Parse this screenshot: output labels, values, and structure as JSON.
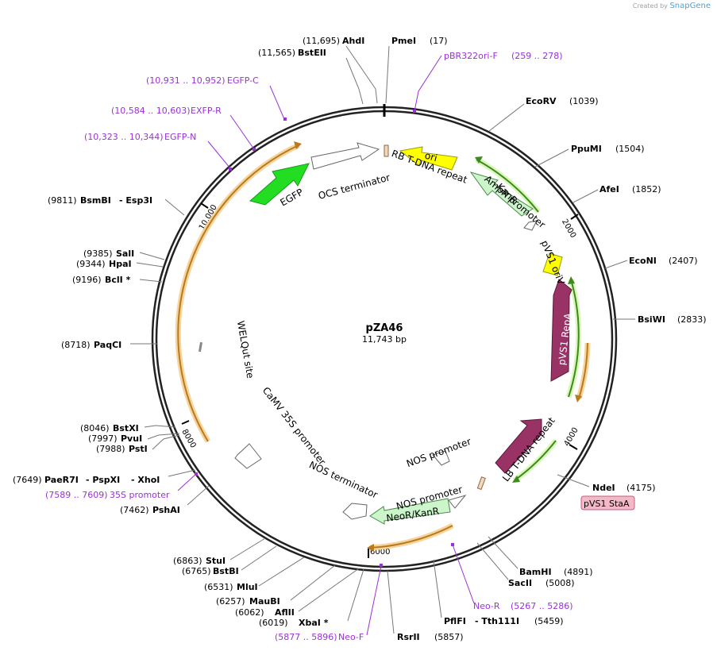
{
  "credit": {
    "prefix": "Created by",
    "brand": "SnapGene"
  },
  "plasmid": {
    "name": "pZA46",
    "size": "11,743 bp"
  },
  "ticks": [
    "2000",
    "4000",
    "6000",
    "8000",
    "10,000"
  ],
  "sites": {
    "ahdi": {
      "num": "(11,695)",
      "name": "AhdI"
    },
    "pmei": {
      "num": "(17)",
      "name": "PmeI"
    },
    "bsteii": {
      "num": "(11,565)",
      "name": "BstEII"
    },
    "ecorv": {
      "num": "(1039)",
      "name": "EcoRV"
    },
    "ppumi": {
      "num": "(1504)",
      "name": "PpuMI"
    },
    "afei": {
      "num": "(1852)",
      "name": "AfeI"
    },
    "econi": {
      "num": "(2407)",
      "name": "EcoNI"
    },
    "bsiwi": {
      "num": "(2833)",
      "name": "BsiWI"
    },
    "ndei": {
      "num": "(4175)",
      "name": "NdeI"
    },
    "bamhi": {
      "num": "(4891)",
      "name": "BamHI"
    },
    "sacii": {
      "num": "(5008)",
      "name": "SacII"
    },
    "pflfi": {
      "num": "(5459)",
      "name": "PflFI",
      "name2": "- Tth111I"
    },
    "rsrii": {
      "num": "(5857)",
      "name": "RsrII"
    },
    "xbai": {
      "num": "(6019)",
      "name": "XbaI *"
    },
    "aflii": {
      "num": "(6062)",
      "name": "AflII"
    },
    "maubi": {
      "num": "(6257)",
      "name": "MauBI"
    },
    "mlui": {
      "num": "(6531)",
      "name": "MluI"
    },
    "bstbi": {
      "num": "(6765)",
      "name": "BstBI"
    },
    "stui": {
      "num": "(6863)",
      "name": "StuI"
    },
    "pshai": {
      "num": "(7462)",
      "name": "PshAI"
    },
    "paer7i": {
      "num": "(7649)",
      "name": "PaeR7I",
      "name2": "- PspXI",
      "name3": "- XhoI"
    },
    "psti": {
      "num": "(7988)",
      "name": "PstI"
    },
    "pvui": {
      "num": "(7997)",
      "name": "PvuI"
    },
    "bstxi": {
      "num": "(8046)",
      "name": "BstXI"
    },
    "paqci": {
      "num": "(8718)",
      "name": "PaqCI"
    },
    "bcli": {
      "num": "(9196)",
      "name": "BclI *"
    },
    "hpai": {
      "num": "(9344)",
      "name": "HpaI"
    },
    "sali": {
      "num": "(9385)",
      "name": "SalI"
    },
    "bsmbi": {
      "num": "(9811)",
      "name": "BsmBI",
      "name2": "- Esp3I"
    }
  },
  "primers": {
    "pbr322": {
      "range": "(259 .. 278)",
      "name": "pBR322ori-F"
    },
    "egfpc": {
      "range": "(10,931 .. 10,952)",
      "name": "EGFP-C"
    },
    "exfpr": {
      "range": "(10,584 .. 10,603)",
      "name": "EXFP-R"
    },
    "egfpn": {
      "range": "(10,323 .. 10,344)",
      "name": "EGFP-N"
    },
    "p35s": {
      "range": "(7589 .. 7609)",
      "name": "35S promoter"
    },
    "neor": {
      "range": "(5267 .. 5286)",
      "name": "Neo-R"
    },
    "neof": {
      "range": "(5877 .. 5896)",
      "name": "Neo-F"
    }
  },
  "features": {
    "ori": "ori",
    "rb": "RB T-DNA repeat",
    "kanr": "KanR",
    "ampr_promoter": "AmpR promoter",
    "pvs1_oriv": "pVS1 oriV",
    "pvs1_repa": "pVS1 RepA",
    "pvs1_staa": "pVS1 StaA",
    "lb": "LB T-DNA repeat",
    "nos_promoter_inner": "NOS promoter",
    "nos_promoter": "NOS promoter",
    "neor_kanr": "NeoR/KanR",
    "nos_terminator": "NOS terminator",
    "camv35s": "CaMV 35S promoter",
    "welqut": "WELQut site",
    "egfp": "EGFP",
    "ocs": "OCS terminator"
  },
  "colors": {
    "primer": "#9b30d9",
    "egfp": "#22dd22",
    "ori": "#ffff00",
    "kanr": "#ccf5cc",
    "repa": "#993366",
    "orange_feature": "#e0a040",
    "green_feature": "#66bb33",
    "staa_box": "#f5b8c8"
  }
}
